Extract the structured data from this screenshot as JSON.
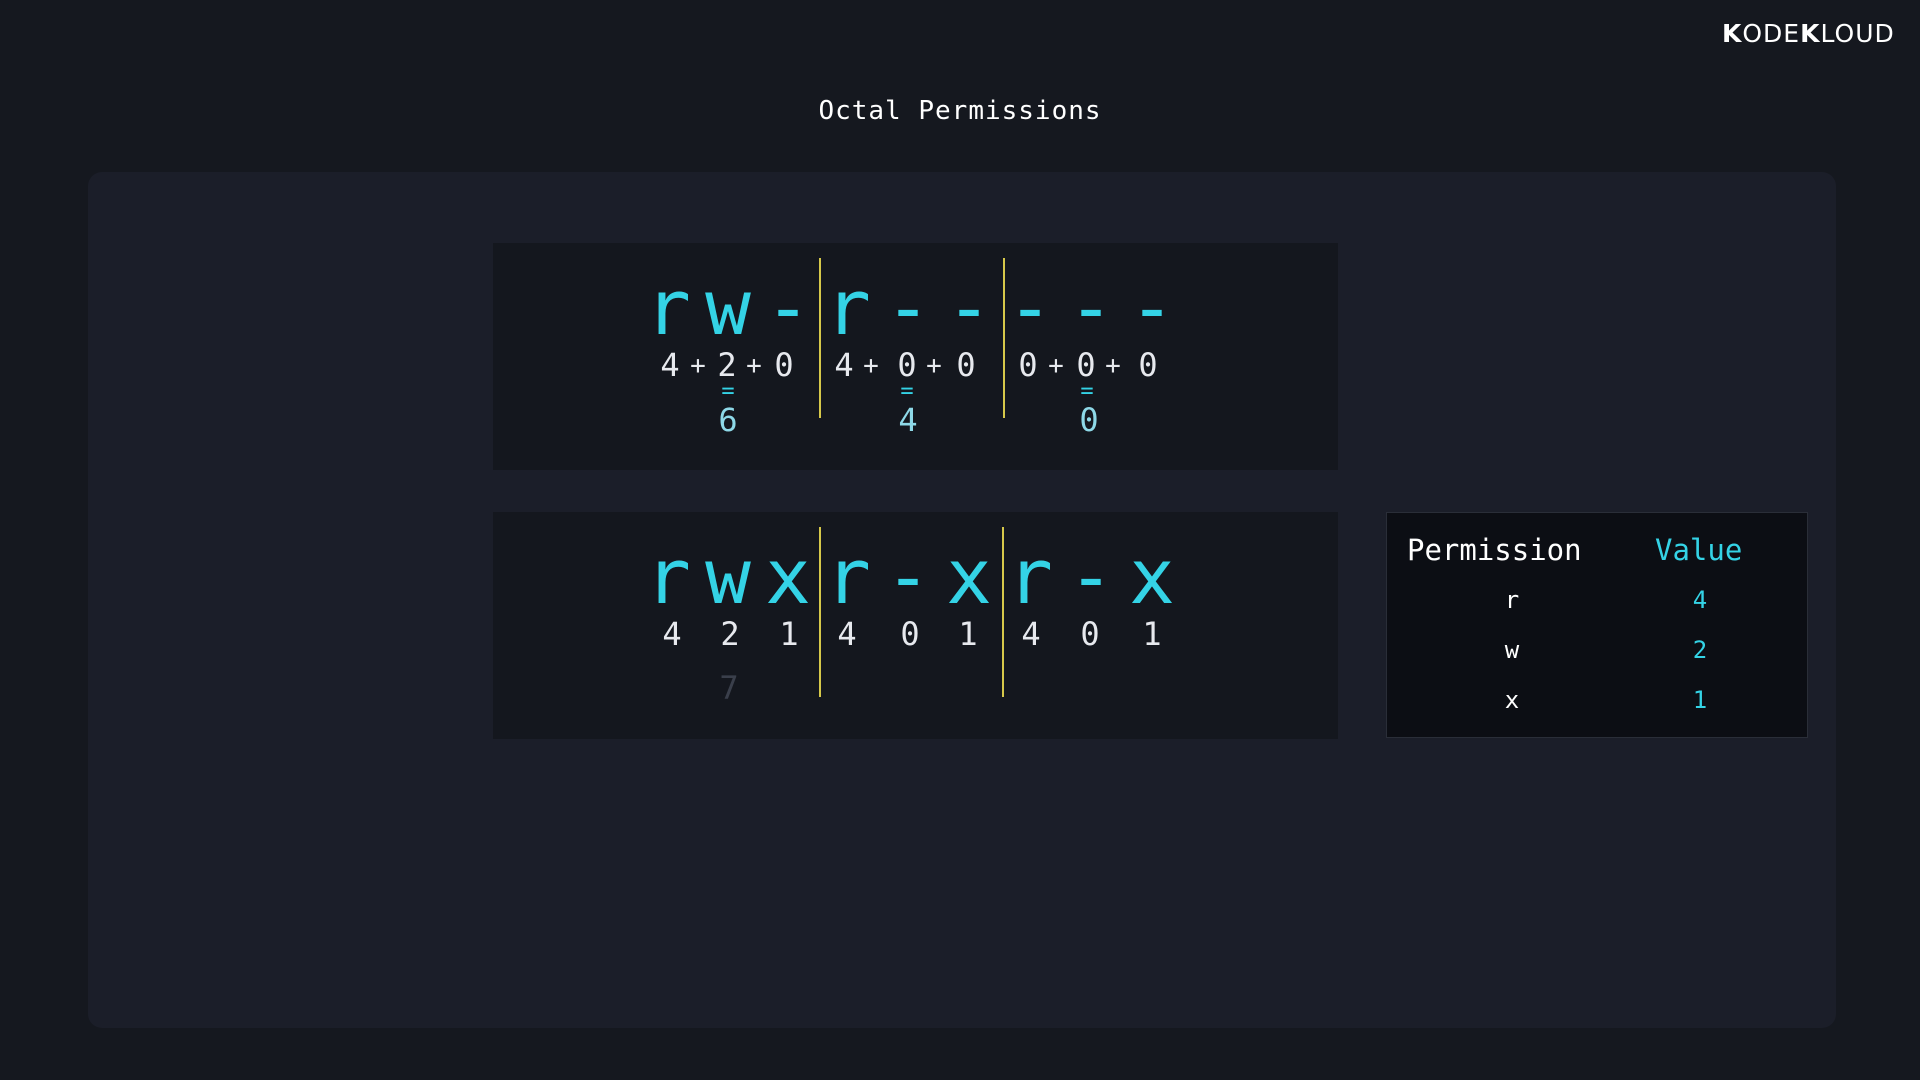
{
  "brand": {
    "logo_text": "KODEKLOUD",
    "part1_k": "K",
    "part1": "ODE",
    "part2_k": "K",
    "part2": "LOUD"
  },
  "title": "Octal Permissions",
  "example1": {
    "letters": [
      "r",
      "w",
      "-",
      "r",
      "-",
      "-",
      "-",
      "-",
      "-"
    ],
    "numbers": [
      "4",
      "2",
      "0",
      "4",
      "0",
      "0",
      "0",
      "0",
      "0"
    ],
    "plus": "+",
    "equals": "=",
    "sums": [
      "6",
      "4",
      "0"
    ]
  },
  "example2": {
    "letters": [
      "r",
      "w",
      "x",
      "r",
      "-",
      "x",
      "r",
      "-",
      "x"
    ],
    "numbers": [
      "4",
      "2",
      "1",
      "4",
      "0",
      "1",
      "4",
      "0",
      "1"
    ],
    "partial_sum": "7"
  },
  "legend": {
    "header_permission": "Permission",
    "header_value": "Value",
    "rows": [
      {
        "permission": "r",
        "value": "4"
      },
      {
        "permission": "w",
        "value": "2"
      },
      {
        "permission": "x",
        "value": "1"
      }
    ]
  },
  "colors": {
    "background": "#15181f",
    "panel": "#1b1e29",
    "accent_cyan": "#34d3e6",
    "divider_yellow": "#d6c84a"
  }
}
